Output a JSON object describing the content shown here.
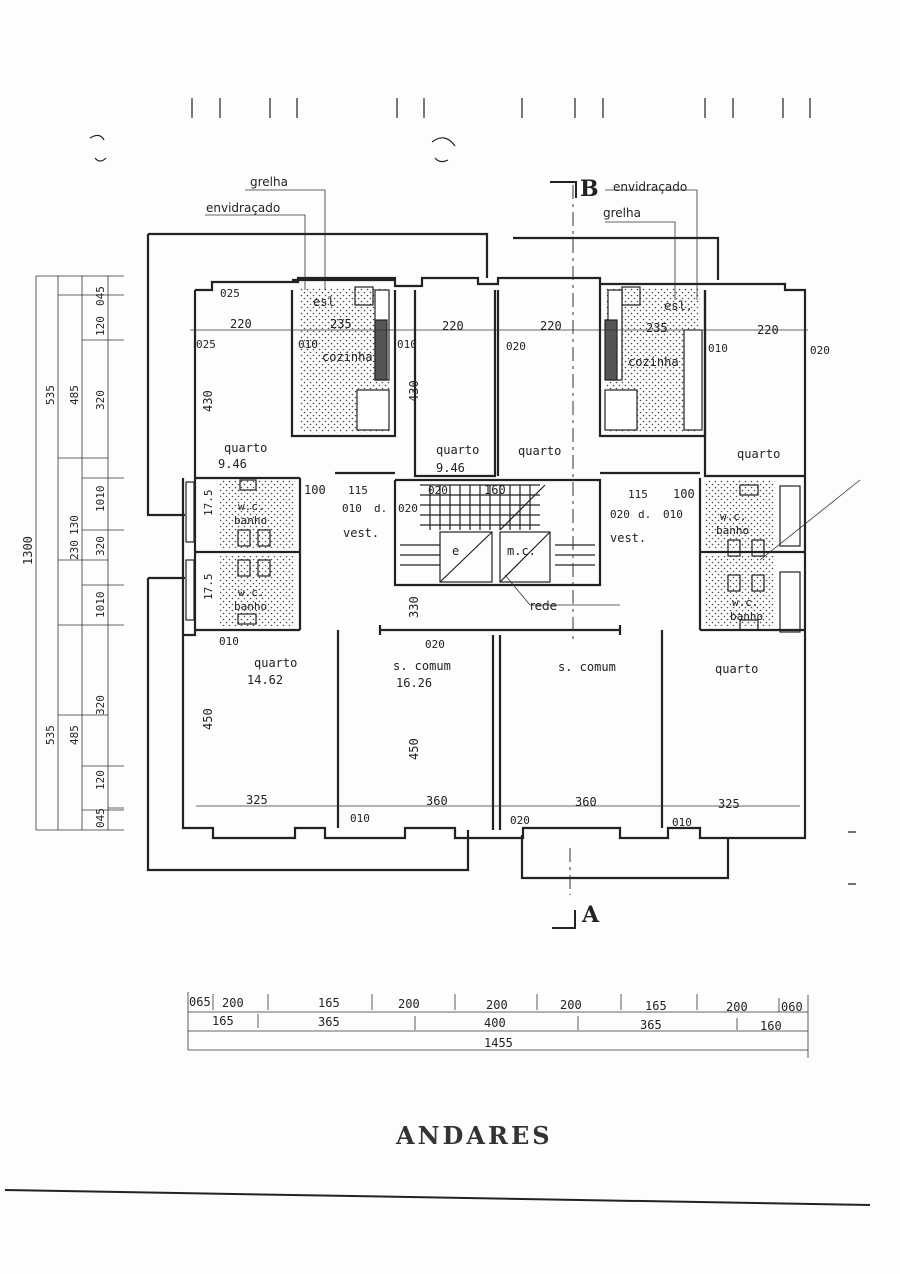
{
  "title": "ANDARES",
  "sections": {
    "a": "A",
    "b": "B"
  },
  "annotations": {
    "grelha_left": "grelha",
    "envidracado_left": "envidraçado",
    "envidracado_right": "envidraçado",
    "grelha_right": "grelha",
    "rede": "rede"
  },
  "rooms": {
    "esl_left": "esl",
    "esl_right": "esl.",
    "cozinha_left": "cozinha",
    "cozinha_right": "cozinha",
    "quarto_tl": "quarto",
    "quarto_tl_area": "9.46",
    "quarto_tc": "quarto",
    "quarto_tc_area": "9.46",
    "quarto_tr1": "quarto",
    "quarto_tr2": "quarto",
    "wc_l1": "w.c.",
    "banho_l1": "banho",
    "wc_l2": "w.c.",
    "banho_l2": "banho",
    "wc_r1": "w.c.",
    "banho_r1": "banho",
    "wc_r2": "w.c.",
    "banho_r2": "banho",
    "vest_left": "vest.",
    "vest_right": "vest.",
    "d_left": "d.",
    "d_right": "d.",
    "elevator_e": "e",
    "elevator_mc": "m.c.",
    "quarto_bl": "quarto",
    "quarto_bl_area": "14.62",
    "scomum_l": "s. comum",
    "scomum_l_area": "16.26",
    "scomum_r": "s. comum",
    "quarto_br": "quarto"
  },
  "dims_inner": {
    "d025a": "025",
    "d025b": "025",
    "d220a": "220",
    "d235a": "235",
    "d010a": "010",
    "d010b": "010",
    "d220b": "220",
    "d220c": "220",
    "d020a": "020",
    "d235b": "235",
    "d010c": "010",
    "d220d": "220",
    "d020b": "020",
    "d430a": "430",
    "d430b": "430",
    "d175a": "17.5",
    "d175b": "17.5",
    "d100a": "100",
    "d115a": "115",
    "d020c": "020",
    "d160": "160",
    "d115b": "115",
    "d100b": "100",
    "d010d": "010",
    "d020d": "020",
    "d020e": "020",
    "d010e": "010",
    "d330": "330",
    "d010f": "010",
    "d020f": "020",
    "d450a": "450",
    "d450b": "450",
    "d325a": "325",
    "d360a": "360",
    "d360b": "360",
    "d325b": "325",
    "d010g": "010",
    "d020g": "020",
    "d010h": "010"
  },
  "dims_left": {
    "total": "1300",
    "a045": "045",
    "a120": "120",
    "a535": "535",
    "a485": "485",
    "a320": "320",
    "a1010": "1010",
    "a230": "230",
    "a130": "130",
    "a320b": "320",
    "a1010b": "1010",
    "a535b": "535",
    "a485b": "485",
    "a320c": "320",
    "a120b": "120",
    "a045b": "045"
  },
  "dims_bottom": {
    "row1": [
      "065",
      "200",
      "165",
      "200",
      "200",
      "200",
      "165",
      "200",
      "060"
    ],
    "row2": [
      "165",
      "365",
      "400",
      "365",
      "160"
    ],
    "row3": "1455"
  }
}
